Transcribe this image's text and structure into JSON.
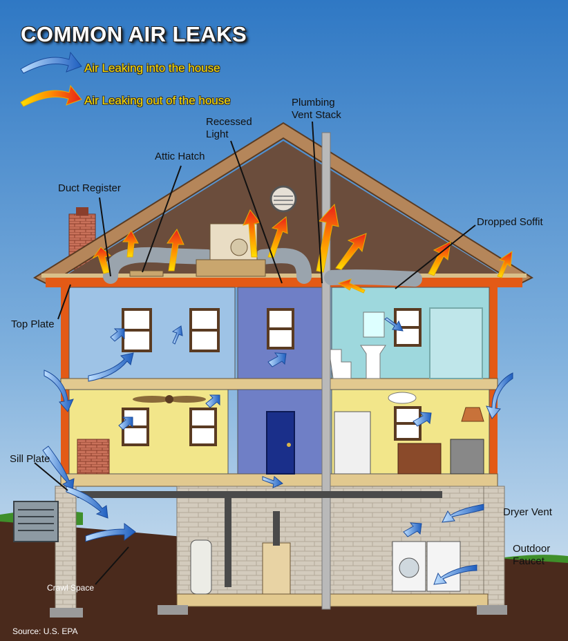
{
  "title": "COMMON AIR LEAKS",
  "legend": {
    "in_label": "Air Leaking into the house",
    "out_label": "Air Leaking out of the house"
  },
  "labels": {
    "plumbing_vent_stack": [
      "Plumbing",
      "Vent Stack"
    ],
    "recessed_light": [
      "Recessed",
      "Light"
    ],
    "attic_hatch": "Attic Hatch",
    "duct_register": "Duct Register",
    "dropped_soffit": "Dropped Soffit",
    "top_plate": "Top Plate",
    "sill_plate": "Sill Plate",
    "dryer_vent": "Dryer Vent",
    "outdoor_faucet": [
      "Outdoor",
      "Faucet"
    ],
    "crawl_space": "Crawl Space"
  },
  "source": "Source: U.S. EPA",
  "colors": {
    "sky_top": "#2f78c4",
    "sky_bottom": "#dbe8f2",
    "ground": "#4a2a1c",
    "roof": "#b5865a",
    "attic": "#6b4d3c",
    "insulation": "#e35a16",
    "room_blue": "#9ec3e6",
    "room_purple": "#6f7fc6",
    "room_teal": "#9ed8dd",
    "room_yellow": "#f2e68a",
    "floor": "#e2c98f",
    "brick": "#cfc6b8",
    "arrow_in": "#2e6fcc",
    "arrow_out": "#e8301a"
  }
}
